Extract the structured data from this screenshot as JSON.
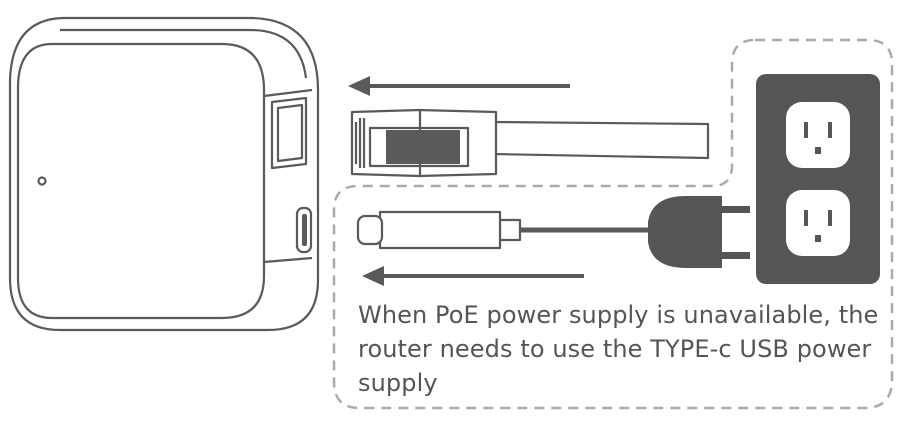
{
  "caption": {
    "line1": "When PoE power supply is unavailable, the",
    "line2": "router needs to use the TYPE-c USB power",
    "line3": "supply"
  },
  "colors": {
    "stroke": "#5a5a5a",
    "dark_fill": "#555555",
    "dashed": "#aaaaaa",
    "text": "#555555"
  },
  "icons": {
    "device": "router-device-icon",
    "ethernet": "rj45-connector-icon",
    "usb": "usb-type-c-plug-icon",
    "adapter": "power-adapter-icon",
    "outlet": "wall-outlet-icon"
  }
}
